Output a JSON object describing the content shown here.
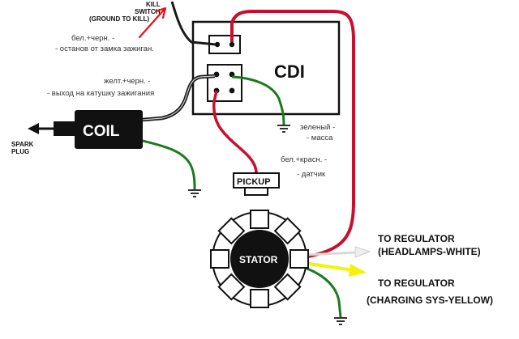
{
  "labels": {
    "kill_switch": [
      "KILL",
      "SWITCH",
      "(GROUND TO KILL)"
    ],
    "cdi": "CDI",
    "coil": "COIL",
    "spark_plug": [
      "SPARK",
      "PLUG"
    ],
    "pickup": "PICKUP",
    "stator": "STATOR",
    "regulator_headlamps": [
      "TO REGULATOR",
      "(HEADLAMPS-WHITE)"
    ],
    "regulator_charging": [
      "TO REGULATOR",
      "(CHARGING SYS-YELLOW)"
    ],
    "note_kill": [
      "бел.+черн. -",
      "- останов от замка зажиган."
    ],
    "note_coil": [
      "желт.+черн. -",
      "- выход на катушку зажигания"
    ],
    "note_ground": [
      "зеленый -",
      "- масса"
    ],
    "note_pickup": [
      "бел.+красн. -",
      "- датчик"
    ]
  },
  "colors": {
    "wire_black": "#1a1a1a",
    "wire_red": "#c8102e",
    "wire_green": "#1e7a1e",
    "wire_yellow": "#f2f20a",
    "wire_white": "#dcdcdc",
    "annotation_arrow": "#e8101a"
  }
}
